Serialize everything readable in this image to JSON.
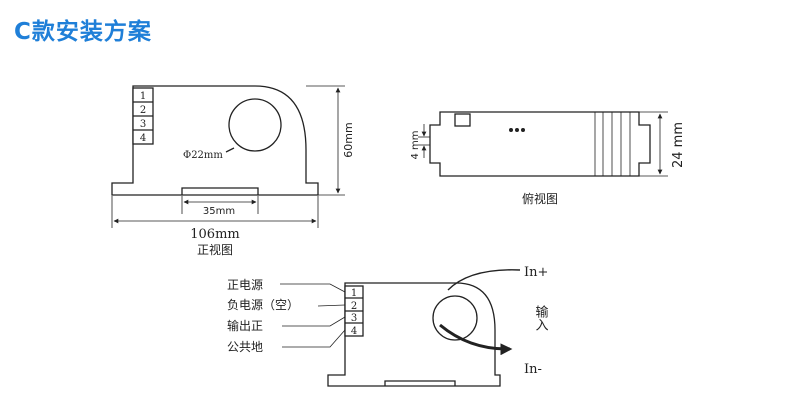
{
  "title": "C款安装方案",
  "front_view": {
    "pins": [
      "1",
      "2",
      "3",
      "4"
    ],
    "hole_label": "Φ22mm",
    "height_label": "60mm",
    "slot_width_label": "35mm",
    "width_label": "106mm",
    "caption": "正视图"
  },
  "top_view": {
    "left_dim_label": "4 mm",
    "right_dim_label": "24 mm",
    "caption": "俯视图"
  },
  "wiring": {
    "pins": [
      "1",
      "2",
      "3",
      "4"
    ],
    "terminals": [
      "正电源",
      "负电源（空）",
      "输出正",
      "公共地"
    ],
    "in_plus": "In+",
    "in_minus": "In-",
    "input_label": "输入"
  },
  "colors": {
    "title": "#1f7fd8",
    "line": "#222222"
  }
}
